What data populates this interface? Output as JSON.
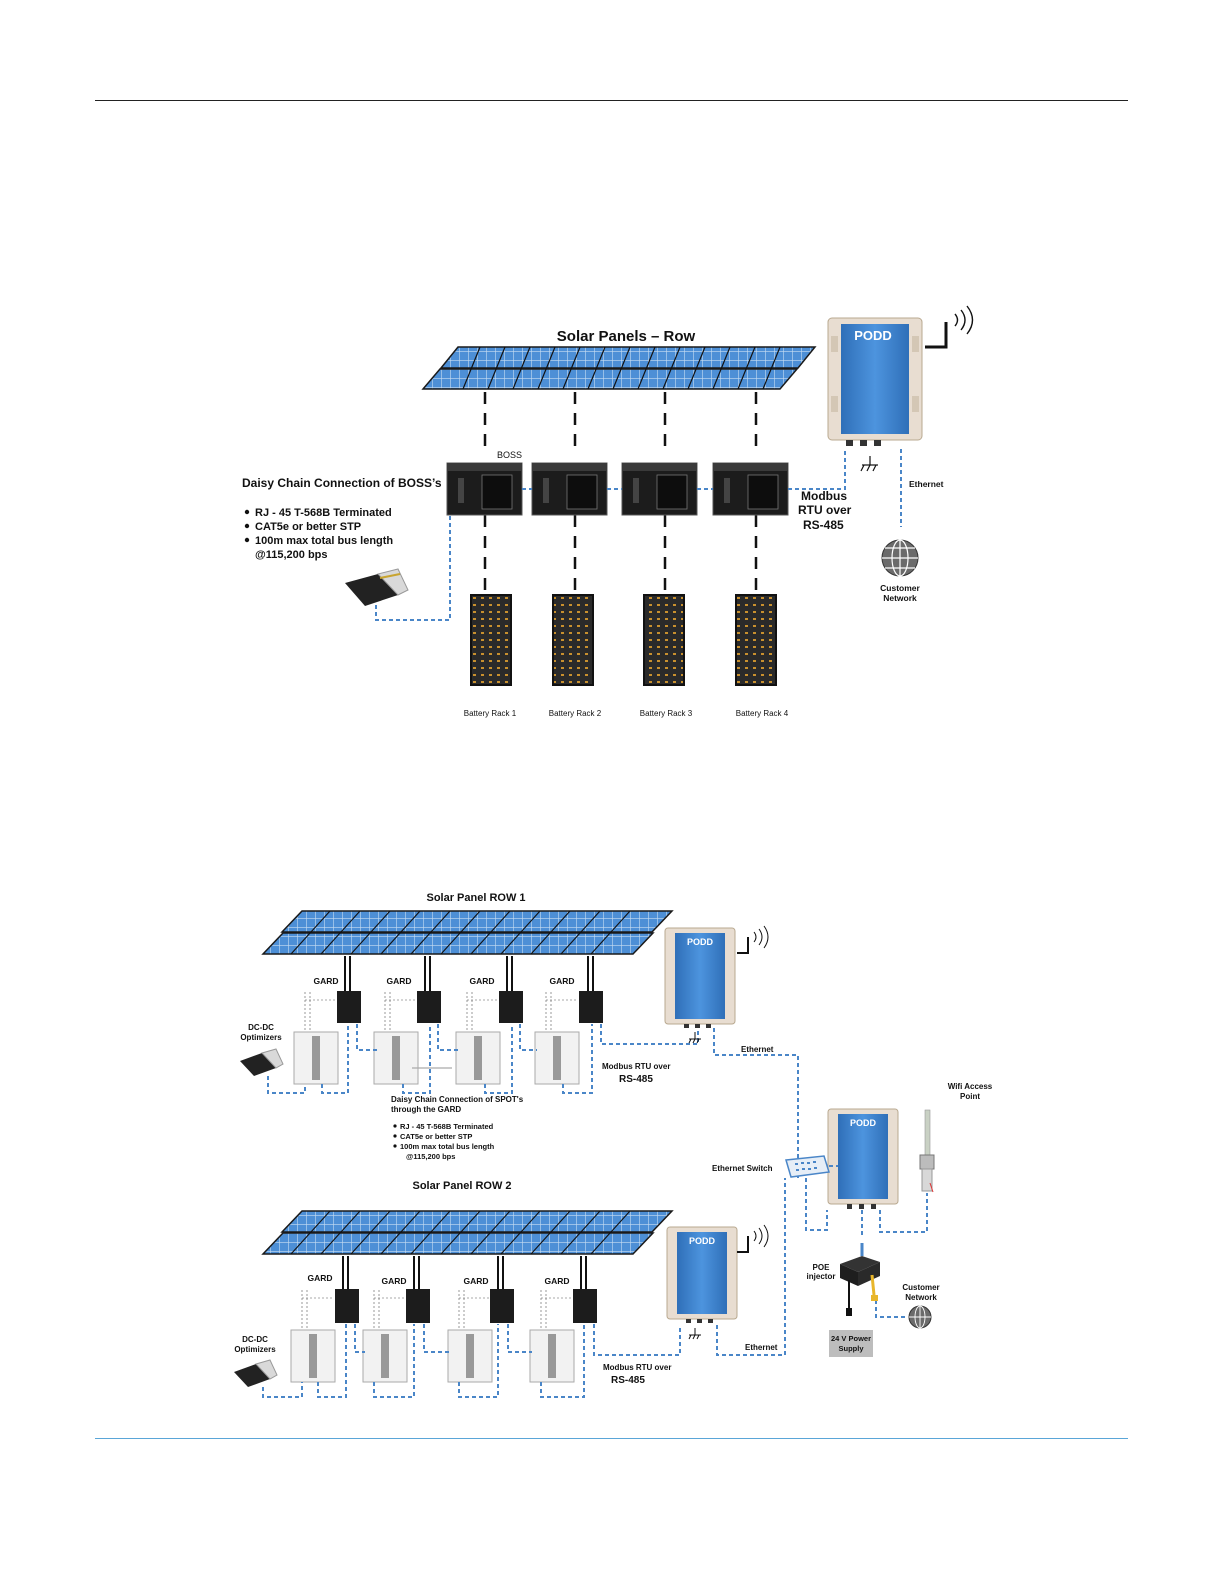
{
  "diagram1": {
    "title": "Solar Panels – Row",
    "boss_label": "BOSS",
    "daisy_title": "Daisy Chain Connection of BOSS’s",
    "bullets": [
      "RJ - 45 T-568B Terminated",
      "CAT5e or better STP",
      "100m max total bus length",
      "@115,200 bps"
    ],
    "modbus": [
      "Modbus",
      "RTU over",
      "RS-485"
    ],
    "ethernet": "Ethernet",
    "customer_network": [
      "Customer",
      "Network"
    ],
    "podd_logo": "PODD",
    "racks": [
      "Battery Rack 1",
      "Battery Rack 2",
      "Battery Rack 3",
      "Battery Rack 4"
    ]
  },
  "diagram2": {
    "row1_title": "Solar Panel ROW 1",
    "row2_title": "Solar Panel ROW 2",
    "gard_label": "GARD",
    "optimizers": [
      "DC-DC",
      "Optimizers"
    ],
    "modbus1": [
      "Modbus RTU over",
      "RS-485"
    ],
    "modbus2": [
      "Modbus RTU over",
      "RS-485"
    ],
    "ethernet1": "Ethernet",
    "ethernet2": "Ethernet",
    "daisy_title": [
      "Daisy Chain Connection of SPOT's",
      "through the GARD"
    ],
    "bullets": [
      "RJ - 45 T-568B Terminated",
      "CAT5e or better STP",
      "100m max total bus length",
      "@115,200 bps"
    ],
    "ethernet_switch": "Ethernet Switch",
    "wifi": [
      "Wifi Access",
      "Point"
    ],
    "poe": [
      "POE",
      "injector"
    ],
    "customer_network": [
      "Customer",
      "Network"
    ],
    "power_supply": [
      "24 V Power",
      "Supply"
    ],
    "podd_logo": "PODD"
  },
  "colors": {
    "panel": "#4d8fd6",
    "cable": "#4a86c8",
    "podd": "#2f78c8",
    "hardware": "#1c1c1c"
  }
}
